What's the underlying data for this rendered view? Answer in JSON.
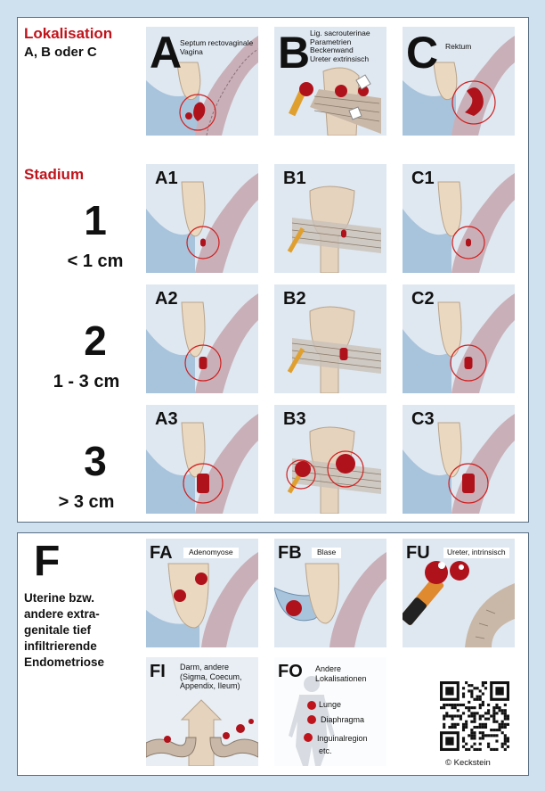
{
  "top": {
    "title_red": "Lokalisation",
    "title_black": "A, B oder C",
    "stadium_label": "Stadium",
    "loc": [
      {
        "code": "A",
        "label_lines": [
          "Septum rectovaginale",
          "Vagina"
        ]
      },
      {
        "code": "B",
        "label_lines": [
          "Lig. sacrouterinae",
          "Parametrien",
          "Beckenwand",
          "Ureter extrinsisch"
        ]
      },
      {
        "code": "C",
        "label_lines": [
          "Rektum"
        ]
      }
    ],
    "stages": [
      {
        "num": "1",
        "dim": "< 1 cm",
        "codes": [
          "A1",
          "B1",
          "C1"
        ]
      },
      {
        "num": "2",
        "dim": "1 - 3 cm",
        "codes": [
          "A2",
          "B2",
          "C2"
        ]
      },
      {
        "num": "3",
        "dim": "> 3 cm",
        "codes": [
          "A3",
          "B3",
          "C3"
        ]
      }
    ]
  },
  "bottom": {
    "letter": "F",
    "desc_lines": [
      "Uterine bzw.",
      "andere extra-",
      "genitale tief",
      "infiltrierende",
      "Endometriose"
    ],
    "tiles": [
      {
        "code": "FA",
        "label": "Adenomyose"
      },
      {
        "code": "FB",
        "label": "Blase"
      },
      {
        "code": "FU",
        "label": "Ureter, intrinsisch"
      },
      {
        "code": "FI",
        "label_lines": [
          "Darm, andere",
          "(Sigma, Coecum,",
          "Appendix, Ileum)"
        ]
      },
      {
        "code": "FO",
        "label_lines": [
          "Andere",
          "Lokalisationen"
        ],
        "sites": [
          "Lunge",
          "Diaphragma",
          "Inguinalregion",
          "etc."
        ]
      }
    ],
    "copyright": "© Keckstein"
  },
  "colors": {
    "accent_red": "#c0141c",
    "lesion": "#b0121c",
    "frame_bg": "#cfe0ee"
  }
}
